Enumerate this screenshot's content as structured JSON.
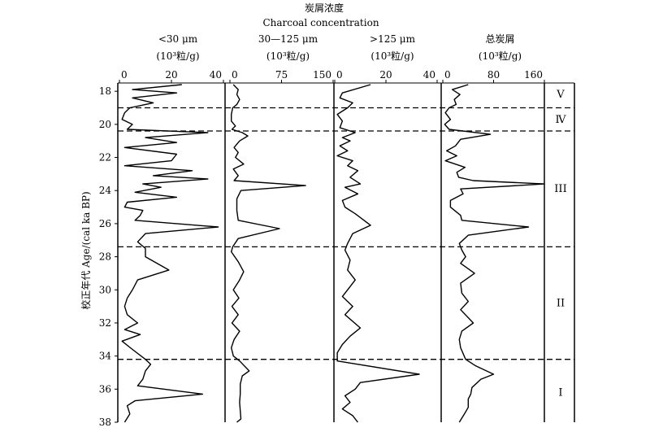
{
  "chart_data": {
    "type": "line",
    "title_cn": "炭屑浓度",
    "title_en": "Charcoal concentration",
    "ylabel": "校正年代 Age/(cal ka BP)",
    "ylim": [
      17.5,
      38
    ],
    "yticks": [
      18,
      20,
      22,
      24,
      26,
      28,
      30,
      32,
      34,
      36,
      38
    ],
    "boundaries": [
      19.0,
      20.4,
      27.4,
      34.2
    ],
    "zones": [
      {
        "label": "V",
        "y": 18.2
      },
      {
        "label": "Ⅳ",
        "y": 19.7
      },
      {
        "label": "III",
        "y": 23.9
      },
      {
        "label": "II",
        "y": 30.8
      },
      {
        "label": "I",
        "y": 36.2
      }
    ],
    "panels": [
      {
        "name": "<30 μm",
        "unit": "(10³粒/g)",
        "xlim": [
          0,
          40
        ],
        "ticks": [
          "0",
          "20",
          "40"
        ],
        "tick_values": [
          0,
          20,
          40
        ],
        "values": [
          [
            24,
            17.6
          ],
          [
            5,
            17.9
          ],
          [
            22,
            18.1
          ],
          [
            5,
            18.4
          ],
          [
            13,
            18.7
          ],
          [
            4,
            19.0
          ],
          [
            2,
            19.3
          ],
          [
            1,
            19.7
          ],
          [
            5,
            20.0
          ],
          [
            3,
            20.3
          ],
          [
            34,
            20.5
          ],
          [
            10,
            20.8
          ],
          [
            22,
            21.1
          ],
          [
            2,
            21.4
          ],
          [
            22,
            21.8
          ],
          [
            20,
            22.2
          ],
          [
            2,
            22.5
          ],
          [
            28,
            22.8
          ],
          [
            13,
            23.1
          ],
          [
            34,
            23.3
          ],
          [
            9,
            23.6
          ],
          [
            16,
            23.8
          ],
          [
            6,
            24.1
          ],
          [
            22,
            24.4
          ],
          [
            3,
            24.7
          ],
          [
            2,
            25.0
          ],
          [
            9,
            25.2
          ],
          [
            8,
            25.5
          ],
          [
            6,
            25.8
          ],
          [
            38,
            26.2
          ],
          [
            10,
            26.6
          ],
          [
            7,
            27.1
          ],
          [
            10,
            27.5
          ],
          [
            10,
            28.0
          ],
          [
            19,
            28.8
          ],
          [
            7,
            29.4
          ],
          [
            5,
            30.0
          ],
          [
            3,
            30.5
          ],
          [
            2,
            31.0
          ],
          [
            3,
            31.5
          ],
          [
            7,
            32.0
          ],
          [
            2,
            32.4
          ],
          [
            8,
            32.7
          ],
          [
            1,
            33.1
          ],
          [
            5,
            33.6
          ],
          [
            10,
            34.2
          ],
          [
            12,
            34.5
          ],
          [
            10,
            34.9
          ],
          [
            9,
            35.4
          ],
          [
            7,
            35.8
          ],
          [
            32,
            36.3
          ],
          [
            6,
            36.7
          ],
          [
            3,
            37.0
          ],
          [
            4,
            37.5
          ],
          [
            2,
            38.0
          ]
        ]
      },
      {
        "name": "30—125 μm",
        "unit": "(10³粒/g)",
        "xlim": [
          0,
          150
        ],
        "ticks": [
          "0",
          "75",
          "150"
        ],
        "tick_values": [
          0,
          75,
          150
        ],
        "values": [
          [
            5,
            17.6
          ],
          [
            12,
            17.9
          ],
          [
            10,
            18.2
          ],
          [
            14,
            18.5
          ],
          [
            10,
            18.8
          ],
          [
            4,
            19.0
          ],
          [
            2,
            19.4
          ],
          [
            2,
            19.8
          ],
          [
            8,
            20.1
          ],
          [
            3,
            20.3
          ],
          [
            18,
            20.5
          ],
          [
            26,
            20.7
          ],
          [
            14,
            21.0
          ],
          [
            6,
            21.4
          ],
          [
            12,
            21.7
          ],
          [
            8,
            22.0
          ],
          [
            20,
            22.4
          ],
          [
            5,
            22.7
          ],
          [
            12,
            23.1
          ],
          [
            6,
            23.4
          ],
          [
            110,
            23.7
          ],
          [
            16,
            24.0
          ],
          [
            10,
            24.5
          ],
          [
            10,
            25.2
          ],
          [
            12,
            25.8
          ],
          [
            72,
            26.3
          ],
          [
            12,
            26.9
          ],
          [
            4,
            27.4
          ],
          [
            2,
            27.7
          ],
          [
            12,
            28.3
          ],
          [
            20,
            28.9
          ],
          [
            14,
            29.4
          ],
          [
            5,
            30.0
          ],
          [
            13,
            30.5
          ],
          [
            3,
            31.0
          ],
          [
            12,
            31.5
          ],
          [
            3,
            32.0
          ],
          [
            14,
            32.5
          ],
          [
            6,
            33.0
          ],
          [
            2,
            33.5
          ],
          [
            5,
            34.0
          ],
          [
            14,
            34.3
          ],
          [
            28,
            34.9
          ],
          [
            18,
            35.2
          ],
          [
            15,
            35.7
          ],
          [
            15,
            36.3
          ],
          [
            14,
            36.8
          ],
          [
            15,
            37.3
          ],
          [
            16,
            37.8
          ],
          [
            10,
            38.0
          ]
        ]
      },
      {
        "name": ">125 μm",
        "unit": "(10³粒/g)",
        "xlim": [
          0,
          40
        ],
        "ticks": [
          "0",
          "20",
          "40"
        ],
        "tick_values": [
          0,
          20,
          40
        ],
        "values": [
          [
            14,
            17.6
          ],
          [
            3,
            18.1
          ],
          [
            2,
            18.4
          ],
          [
            7,
            18.7
          ],
          [
            5,
            19.0
          ],
          [
            1,
            19.4
          ],
          [
            3,
            19.8
          ],
          [
            2,
            20.2
          ],
          [
            8,
            20.5
          ],
          [
            3,
            20.8
          ],
          [
            6,
            21.0
          ],
          [
            2,
            21.3
          ],
          [
            5,
            21.6
          ],
          [
            1,
            21.9
          ],
          [
            7,
            22.2
          ],
          [
            5,
            22.5
          ],
          [
            9,
            22.8
          ],
          [
            6,
            23.2
          ],
          [
            10,
            23.6
          ],
          [
            4,
            23.8
          ],
          [
            9,
            24.2
          ],
          [
            3,
            24.6
          ],
          [
            4,
            25.0
          ],
          [
            8,
            25.4
          ],
          [
            14,
            26.1
          ],
          [
            7,
            26.6
          ],
          [
            5,
            27.2
          ],
          [
            4,
            27.6
          ],
          [
            6,
            28.2
          ],
          [
            5,
            28.8
          ],
          [
            8,
            29.4
          ],
          [
            5,
            30.0
          ],
          [
            3,
            30.4
          ],
          [
            7,
            31.0
          ],
          [
            4,
            31.5
          ],
          [
            10,
            32.3
          ],
          [
            6,
            32.8
          ],
          [
            3,
            33.3
          ],
          [
            1,
            33.8
          ],
          [
            1,
            34.3
          ],
          [
            33,
            35.1
          ],
          [
            10,
            35.6
          ],
          [
            8,
            36.0
          ],
          [
            4,
            36.4
          ],
          [
            6,
            36.8
          ],
          [
            3,
            37.2
          ],
          [
            7,
            37.6
          ],
          [
            9,
            38.0
          ]
        ]
      },
      {
        "name": "总炭屑",
        "unit": "(10³粒/g)",
        "xlim": [
          0,
          160
        ],
        "ticks": [
          "0",
          "80",
          "160"
        ],
        "tick_values": [
          0,
          80,
          160
        ],
        "values": [
          [
            40,
            17.6
          ],
          [
            15,
            17.9
          ],
          [
            27,
            18.2
          ],
          [
            18,
            18.5
          ],
          [
            21,
            18.8
          ],
          [
            10,
            19.0
          ],
          [
            4,
            19.3
          ],
          [
            12,
            19.7
          ],
          [
            3,
            20.0
          ],
          [
            10,
            20.3
          ],
          [
            75,
            20.6
          ],
          [
            28,
            20.9
          ],
          [
            20,
            21.3
          ],
          [
            6,
            21.6
          ],
          [
            22,
            21.9
          ],
          [
            4,
            22.2
          ],
          [
            35,
            22.6
          ],
          [
            22,
            22.9
          ],
          [
            25,
            23.2
          ],
          [
            48,
            23.4
          ],
          [
            160,
            23.6
          ],
          [
            28,
            23.9
          ],
          [
            32,
            24.2
          ],
          [
            12,
            24.6
          ],
          [
            12,
            25.0
          ],
          [
            28,
            25.5
          ],
          [
            30,
            25.8
          ],
          [
            135,
            26.2
          ],
          [
            40,
            26.7
          ],
          [
            26,
            27.2
          ],
          [
            30,
            27.6
          ],
          [
            36,
            28.0
          ],
          [
            28,
            28.4
          ],
          [
            50,
            29.0
          ],
          [
            28,
            29.6
          ],
          [
            30,
            30.2
          ],
          [
            40,
            30.7
          ],
          [
            28,
            31.2
          ],
          [
            48,
            32.0
          ],
          [
            30,
            32.5
          ],
          [
            26,
            33.0
          ],
          [
            28,
            33.5
          ],
          [
            36,
            34.2
          ],
          [
            52,
            34.6
          ],
          [
            80,
            35.1
          ],
          [
            60,
            35.4
          ],
          [
            46,
            35.9
          ],
          [
            44,
            36.3
          ],
          [
            40,
            36.6
          ],
          [
            40,
            37.1
          ],
          [
            34,
            37.5
          ],
          [
            26,
            38.0
          ]
        ]
      }
    ]
  }
}
